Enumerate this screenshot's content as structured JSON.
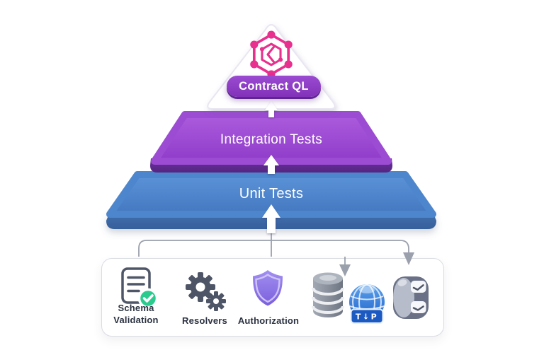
{
  "pyramid": {
    "top": {
      "pill_label": "Contract QL",
      "logo": "graphql-hex-logo"
    },
    "middle": {
      "label": "Integration Tests"
    },
    "bottom": {
      "label": "Unit Tests"
    }
  },
  "foundation": {
    "items": [
      {
        "name": "schema-validation",
        "icon": "document-check-icon",
        "label_lines": [
          "Schema",
          "Validation"
        ]
      },
      {
        "name": "resolvers",
        "icon": "gears-icon",
        "label": "Resolvers"
      },
      {
        "name": "authorization",
        "icon": "shield-icon",
        "label": "Authorization"
      },
      {
        "name": "database",
        "icon": "database-icon",
        "label": ""
      },
      {
        "name": "network",
        "icon": "globe-icon",
        "label": "",
        "badge": "T↓P"
      },
      {
        "name": "message-queue",
        "icon": "message-queue-icon",
        "label": ""
      }
    ]
  },
  "colors": {
    "logo_pink": "#e8308e",
    "layer_purple": "#9c4bd3",
    "layer_purple_dark": "#5f2c93",
    "layer_blue": "#4d86cc",
    "layer_blue_dark": "#3a66a4",
    "pill_purple": "#8a3bc2",
    "check_green": "#2bcb8f",
    "shield_purple": "#8a72e6",
    "globe_blue": "#2a6fd6",
    "icon_gray": "#4e5566",
    "connector_gray": "#9aa0ac",
    "panel_border": "#d9dce2"
  }
}
